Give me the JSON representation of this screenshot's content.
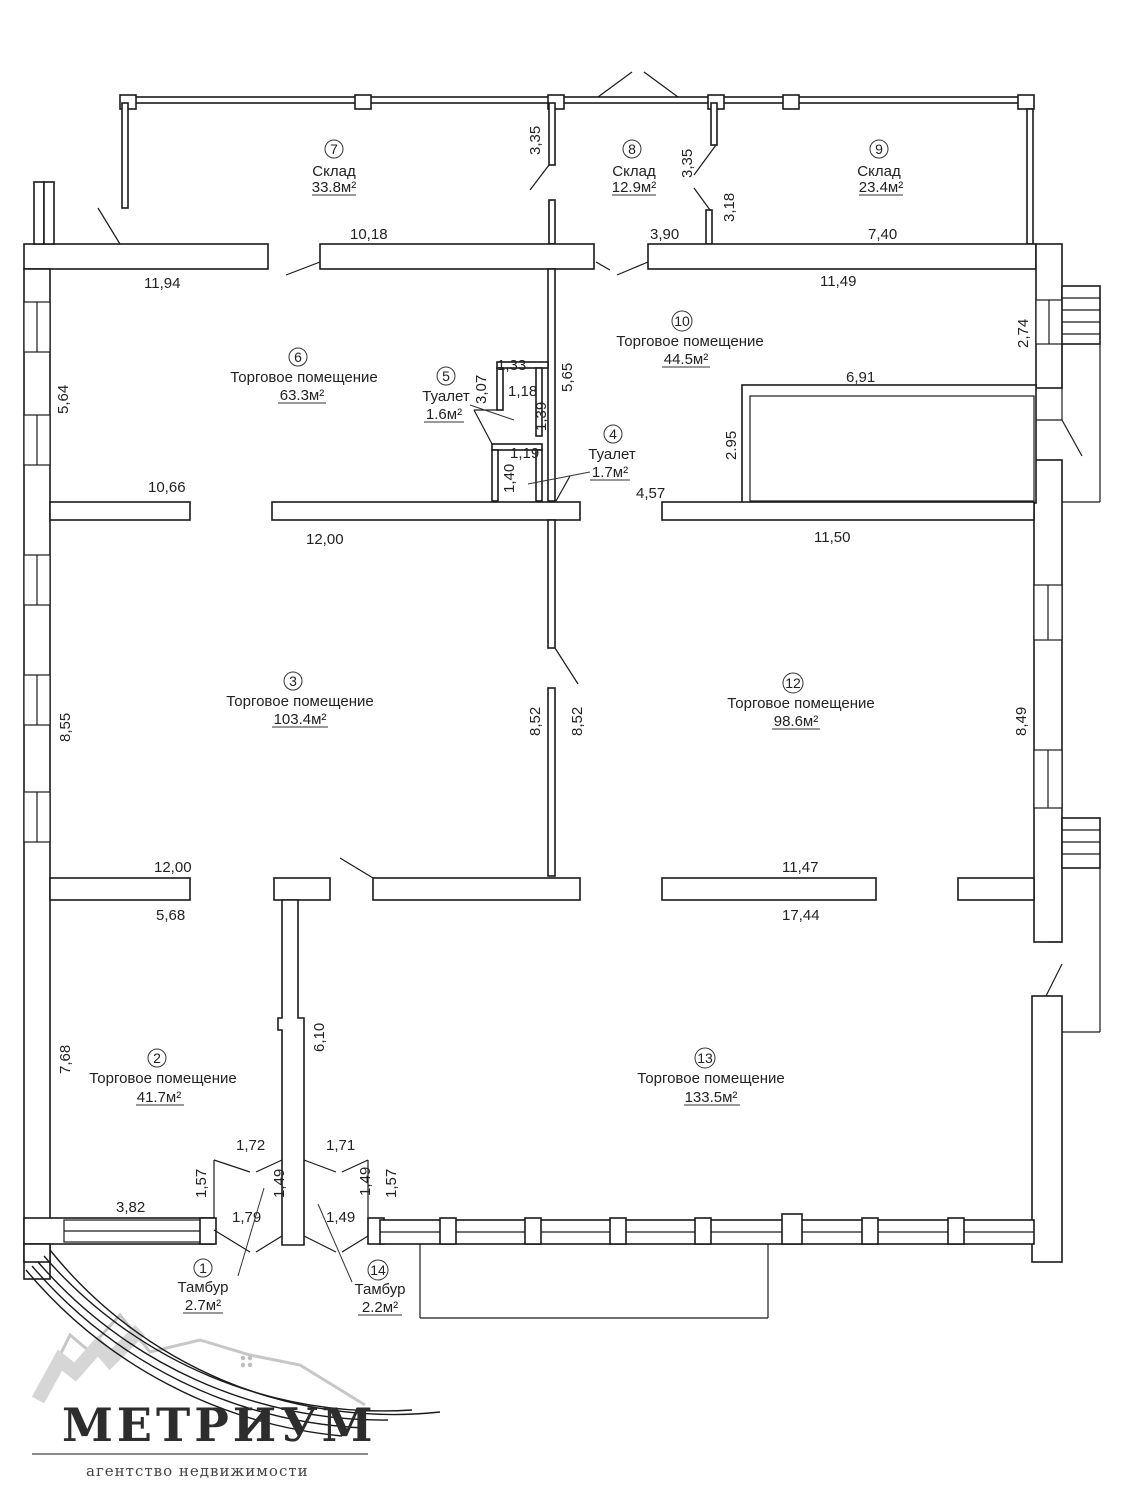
{
  "rooms": [
    {
      "num": "1",
      "name": "Тамбур",
      "area": "2.7м²"
    },
    {
      "num": "2",
      "name": "Торговое помещение",
      "area": "41.7м²"
    },
    {
      "num": "3",
      "name": "Торговое помещение",
      "area": "103.4м²"
    },
    {
      "num": "4",
      "name": "Туалет",
      "area": "1.7м²"
    },
    {
      "num": "5",
      "name": "Туалет",
      "area": "1.6м²"
    },
    {
      "num": "6",
      "name": "Торговое помещение",
      "area": "63.3м²"
    },
    {
      "num": "7",
      "name": "Склад",
      "area": "33.8м²"
    },
    {
      "num": "8",
      "name": "Склад",
      "area": "12.9м²"
    },
    {
      "num": "9",
      "name": "Склад",
      "area": "23.4м²"
    },
    {
      "num": "10",
      "name": "Торговое помещение",
      "area": "44.5м²"
    },
    {
      "num": "12",
      "name": "Торговое помещение",
      "area": "98.6м²"
    },
    {
      "num": "13",
      "name": "Торговое помещение",
      "area": "133.5м²"
    },
    {
      "num": "14",
      "name": "Тамбур",
      "area": "2.2м²"
    }
  ],
  "dimensions": {
    "d_10_18": "10,18",
    "d_11_94": "11,94",
    "d_3_35a": "3,35",
    "d_3_35b": "3,35",
    "d_3_90": "3,90",
    "d_3_18": "3,18",
    "d_7_40": "7,40",
    "d_11_49": "11,49",
    "d_2_74": "2,74",
    "d_5_64": "5,64",
    "d_1_33": "1,33",
    "d_3_07": "3,07",
    "d_1_18": "1,18",
    "d_1_39": "1,39",
    "d_5_65": "5,65",
    "d_6_91": "6,91",
    "d_2_95": "2.95",
    "d_1_19": "1,19",
    "d_1_40": "1,40",
    "d_4_57": "4,57",
    "d_10_66": "10,66",
    "d_12_00a": "12,00",
    "d_11_50": "11,50",
    "d_8_55": "8,55",
    "d_8_52a": "8,52",
    "d_8_52b": "8,52",
    "d_8_49": "8,49",
    "d_12_00b": "12,00",
    "d_11_47": "11,47",
    "d_5_68": "5,68",
    "d_17_44": "17,44",
    "d_6_10": "6,10",
    "d_7_68": "7,68",
    "d_1_72": "1,72",
    "d_1_71": "1,71",
    "d_1_57a": "1,57",
    "d_1_49a": "1,49",
    "d_1_49b": "1,49",
    "d_1_57b": "1,57",
    "d_1_79": "1,79",
    "d_1_49c": "1,49",
    "d_3_82": "3,82"
  },
  "logo": {
    "brand": "МЕТРИУМ",
    "subtitle": "агентство недвижимости"
  }
}
